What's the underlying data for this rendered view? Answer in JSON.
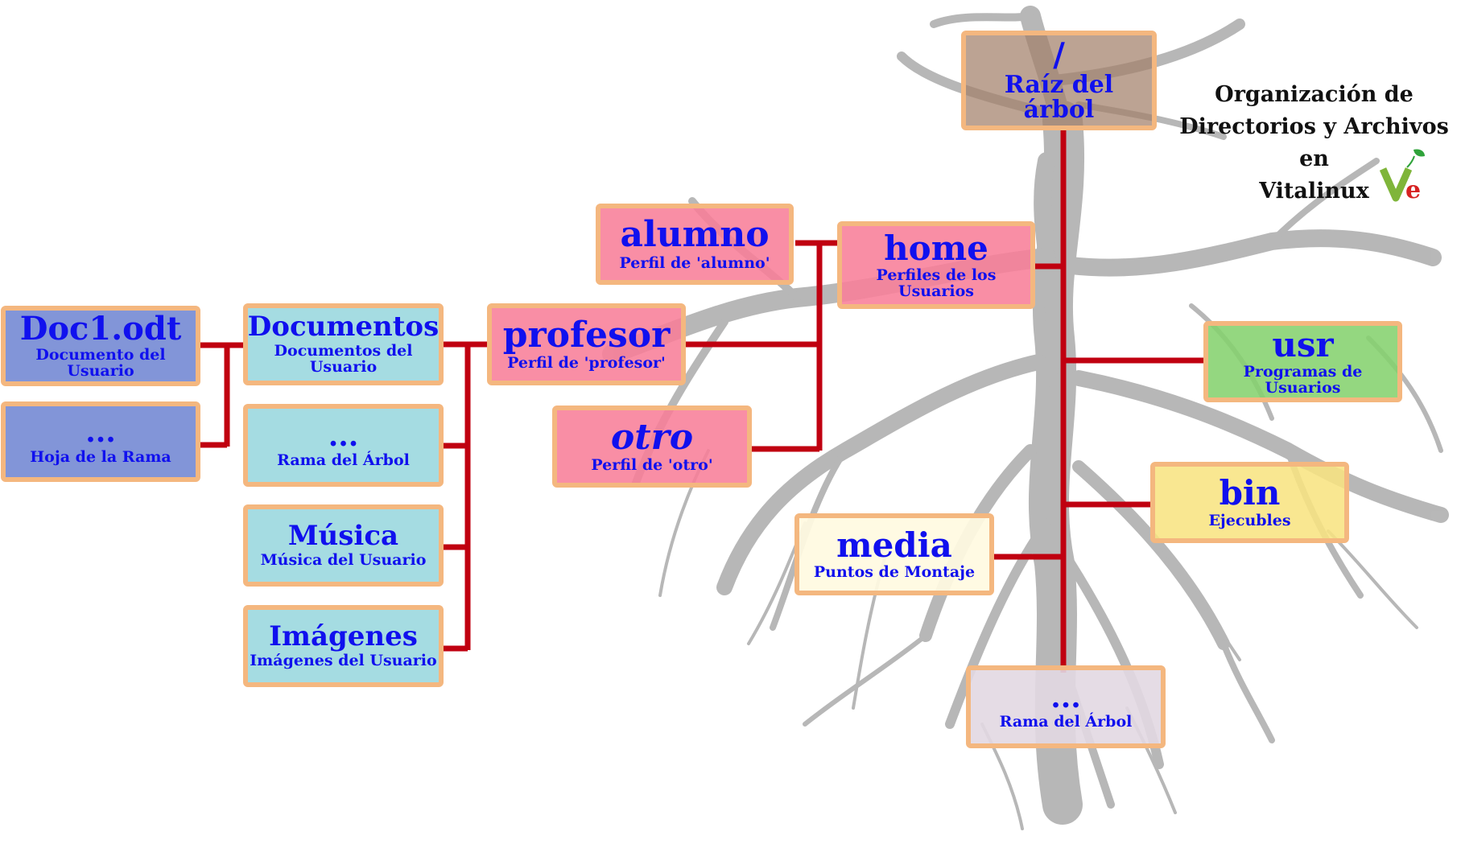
{
  "title": {
    "line1": "Organización de",
    "line2": "Directorios y Archivos en",
    "line3": "Vitalinux"
  },
  "colors": {
    "connector": "#c00010",
    "node_border": "#f4b77f",
    "text": "#1010ee",
    "roots": "#b4b4b4"
  },
  "nodes": {
    "root": {
      "main": "/",
      "sub": "Raíz del árbol"
    },
    "home": {
      "main": "home",
      "sub": "Perfiles de los Usuarios"
    },
    "usr": {
      "main": "usr",
      "sub": "Programas de Usuarios"
    },
    "bin": {
      "main": "bin",
      "sub": "Ejecubles"
    },
    "media": {
      "main": "media",
      "sub": "Puntos de Montaje"
    },
    "rama_root": {
      "main": "...",
      "sub": "Rama del Árbol"
    },
    "alumno": {
      "main": "alumno",
      "sub": "Perfil de 'alumno'"
    },
    "profesor": {
      "main": "profesor",
      "sub": "Perfil de 'profesor'"
    },
    "otro": {
      "main": "otro",
      "sub": "Perfil de 'otro'"
    },
    "documentos": {
      "main": "Documentos",
      "sub": "Documentos del Usuario"
    },
    "rama_prof": {
      "main": "...",
      "sub": "Rama del Árbol"
    },
    "musica": {
      "main": "Música",
      "sub": "Música del Usuario"
    },
    "imagenes": {
      "main": "Imágenes",
      "sub": "Imágenes del Usuario"
    },
    "doc1": {
      "main": "Doc1.odt",
      "sub": "Documento del Usuario"
    },
    "hoja": {
      "main": "...",
      "sub": "Hoja de la Rama"
    }
  },
  "logo": {
    "text": "Ve",
    "icon": "vitalinux-logo"
  }
}
